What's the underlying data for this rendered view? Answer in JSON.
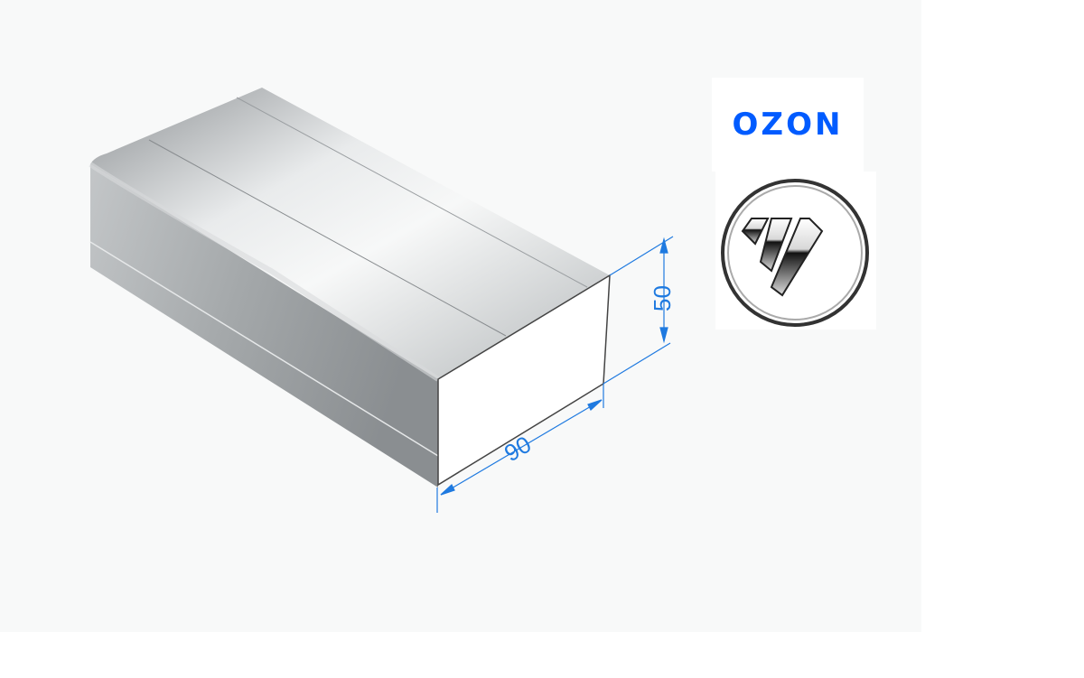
{
  "product": {
    "dimension_width": "90",
    "dimension_height": "50"
  },
  "branding": {
    "marketplace_logo": "OZON",
    "brand_emblem": "chrome-v-emblem"
  },
  "colors": {
    "dimension_line": "#1f7ae0",
    "ozon_blue": "#005bff"
  }
}
